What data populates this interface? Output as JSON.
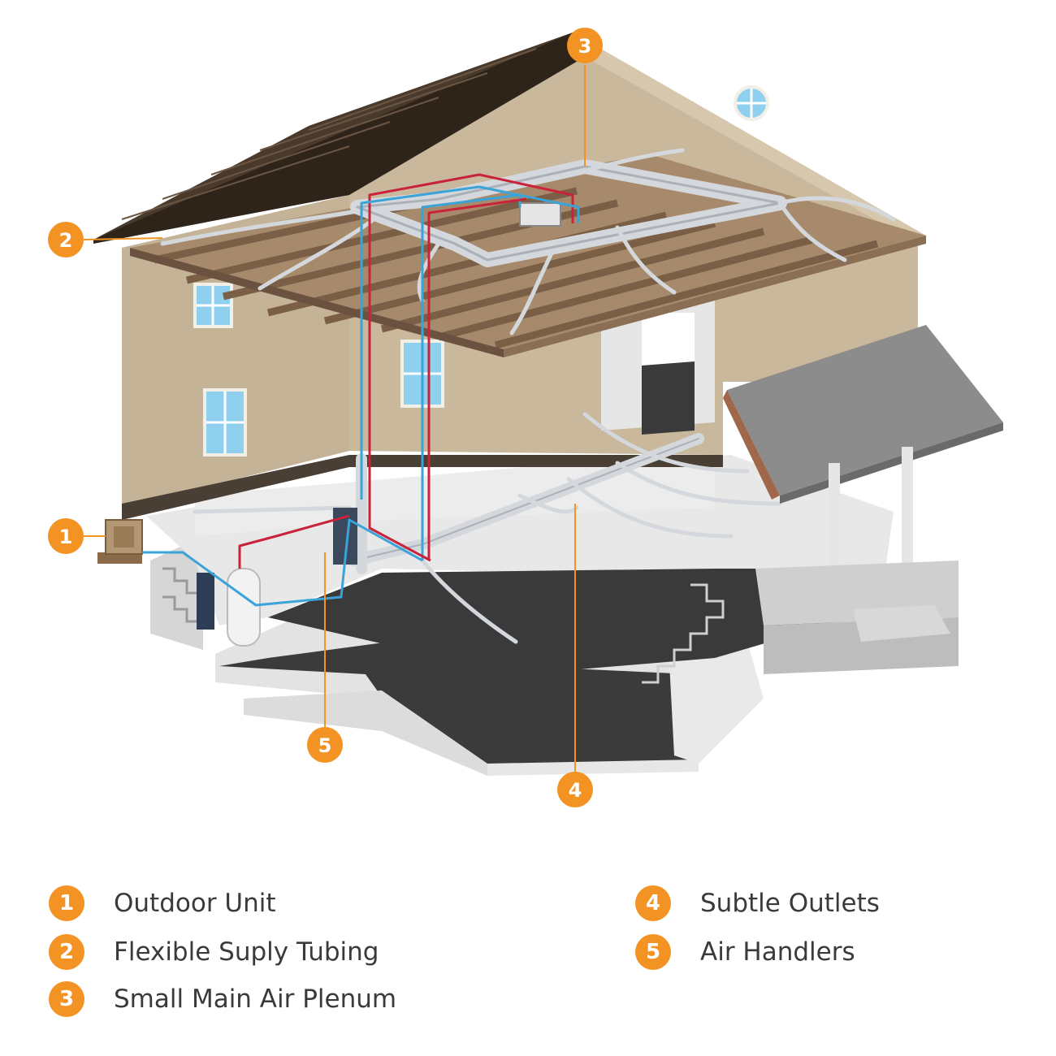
{
  "colors": {
    "accent": "#f39324",
    "wall": "#c7b69a",
    "roof": "#4a3a2c",
    "floor": "#3a3a3a",
    "supply_line": "#c8233a",
    "return_line": "#3aa3d8",
    "duct": "#d4d8dc"
  },
  "callouts": [
    {
      "number": "1",
      "label": "Outdoor Unit"
    },
    {
      "number": "2",
      "label": "Flexible Suply Tubing"
    },
    {
      "number": "3",
      "label": "Small Main Air Plenum"
    },
    {
      "number": "4",
      "label": "Subtle Outlets"
    },
    {
      "number": "5",
      "label": "Air Handlers"
    }
  ]
}
